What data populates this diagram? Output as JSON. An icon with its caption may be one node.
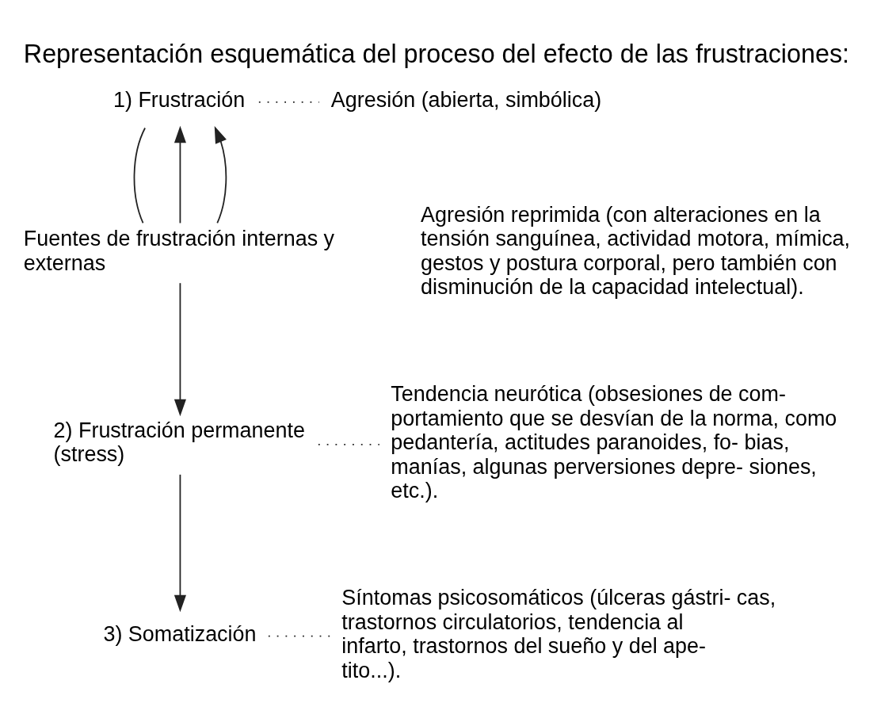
{
  "diagram": {
    "title": "Representación esquemática del proceso del efecto de las frustraciones:",
    "nodes": [
      {
        "text": [
          "1) Frustración"
        ]
      },
      {
        "text": [
          "Agresión (abierta, simbólica)"
        ]
      },
      {
        "text": [
          "Fuentes de frustración internas y externas"
        ]
      },
      {
        "text": [
          "2) Frustración permanente",
          "(stress)"
        ]
      },
      {
        "text": [
          "Tendencia neurótica (obsesiones de com- portamiento que se desvían de la norma, como pedantería, actitudes paranoides, fo- bias, manías, algunas perversiones depre- siones, etc.)."
        ]
      },
      {
        "text": [
          "3) Somatización"
        ]
      },
      {
        "text": [
          "Síntomas psicosomáticos (úlceras gástri- cas, trastornos circulatorios, tendencia al infarto, trastornos del sueño y del ape- tito...)."
        ]
      }
    ],
    "edges": [
      {
        "from": 0,
        "to": 1,
        "arrow": "none",
        "style": "dashed"
      },
      {
        "from": 2,
        "to": 0,
        "arrow": "to"
      },
      {
        "from": 0,
        "to": 2,
        "arrow": "none"
      },
      {
        "from": 2,
        "to": 0,
        "arrow": "to"
      },
      {
        "from": 2,
        "to": 3,
        "arrow": "to"
      },
      {
        "from": 3,
        "to": 4,
        "arrow": "none",
        "style": "dashed"
      },
      {
        "from": 3,
        "to": 5,
        "arrow": "to"
      },
      {
        "from": 5,
        "to": 6,
        "arrow": "none",
        "style": "dashed"
      }
    ],
    "labels": [
      "Agresión reprimida (con alteraciones en la tensión sanguínea, actividad motora, mímica, gestos y postura corporal, pero también con disminución de la capacidad intelectual)."
    ]
  }
}
